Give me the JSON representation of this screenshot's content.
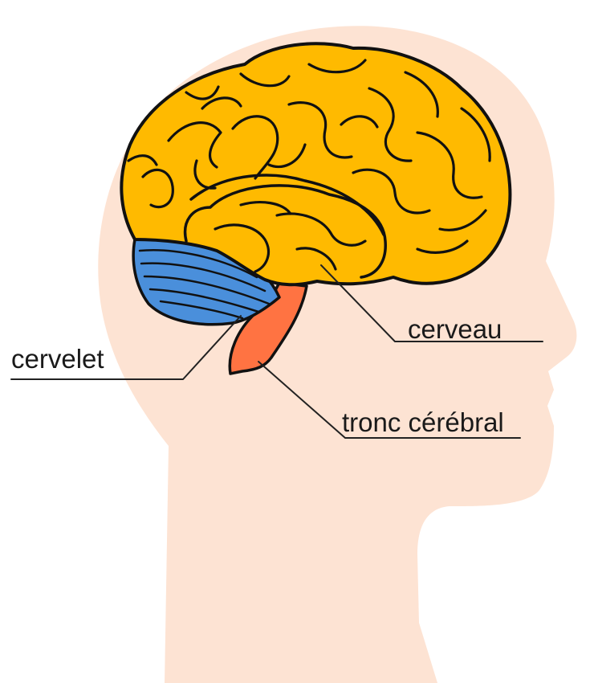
{
  "labels": {
    "cervelet": "cervelet",
    "cerveau": "cerveau",
    "tronc_cerebral": "tronc cérébral"
  },
  "colors": {
    "head_skin": "#fde3d3",
    "cerebrum": "#ffba00",
    "cerebellum": "#4a8fdb",
    "brainstem": "#ff7342",
    "outline": "#111111",
    "leader_line": "#222222"
  },
  "icons": {
    "head": "head-silhouette",
    "cerebrum": "brain-cerebrum",
    "cerebellum": "brain-cerebellum",
    "brainstem": "brain-stem"
  }
}
